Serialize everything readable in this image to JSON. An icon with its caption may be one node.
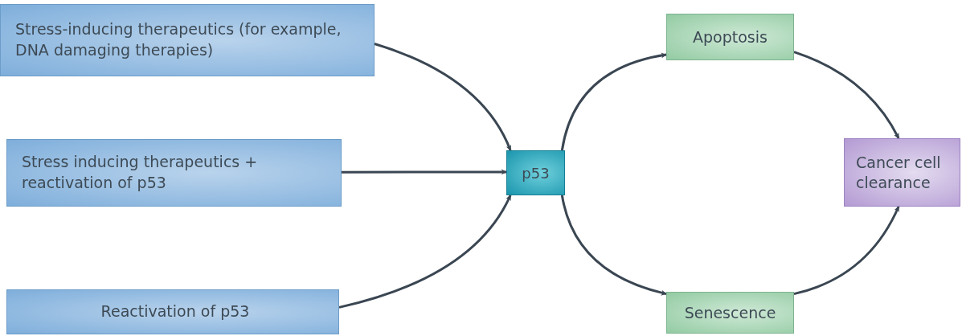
{
  "diagram": {
    "nodes": [
      {
        "text": [
          "Stress-inducing therapeutics (for example, DNA damaging therapies)"
        ]
      },
      {
        "text": [
          "Stress inducing therapeutics + reactivation of p53"
        ]
      },
      {
        "text": [
          "Reactivation of p53"
        ]
      },
      {
        "text": [
          "p53"
        ]
      },
      {
        "text": [
          "Apoptosis"
        ]
      },
      {
        "text": [
          "Senescence"
        ]
      },
      {
        "text": [
          "Cancer cell clearance"
        ]
      }
    ],
    "edges": [
      {
        "from": 0,
        "to": 3,
        "arrow": "to"
      },
      {
        "from": 1,
        "to": 3,
        "arrow": "to"
      },
      {
        "from": 2,
        "to": 3,
        "arrow": "to"
      },
      {
        "from": 3,
        "to": 4,
        "arrow": "to"
      },
      {
        "from": 4,
        "to": 6,
        "arrow": "to"
      },
      {
        "from": 3,
        "to": 5,
        "arrow": "to"
      },
      {
        "from": 5,
        "to": 6,
        "arrow": "to"
      }
    ]
  }
}
